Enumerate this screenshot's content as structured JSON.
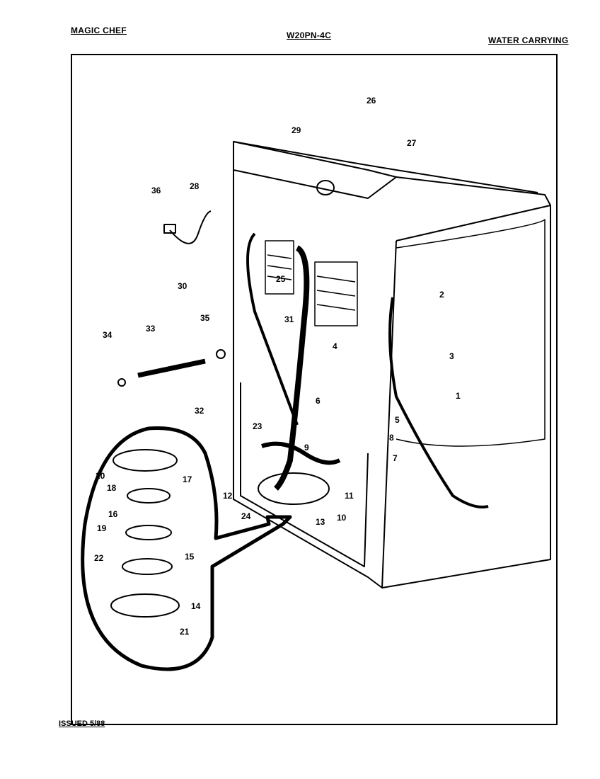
{
  "header": {
    "brand": "MAGIC CHEF",
    "model": "W20PN-4C",
    "section": "WATER CARRYING"
  },
  "footer": {
    "issued": "ISSUED 5/88"
  },
  "callouts": [
    "1",
    "2",
    "3",
    "4",
    "5",
    "6",
    "7",
    "8",
    "9",
    "10",
    "11",
    "12",
    "13",
    "14",
    "15",
    "16",
    "17",
    "18",
    "19",
    "20",
    "21",
    "22",
    "23",
    "24",
    "25",
    "26",
    "27",
    "28",
    "29",
    "30",
    "31",
    "32",
    "33",
    "34",
    "35",
    "36"
  ]
}
